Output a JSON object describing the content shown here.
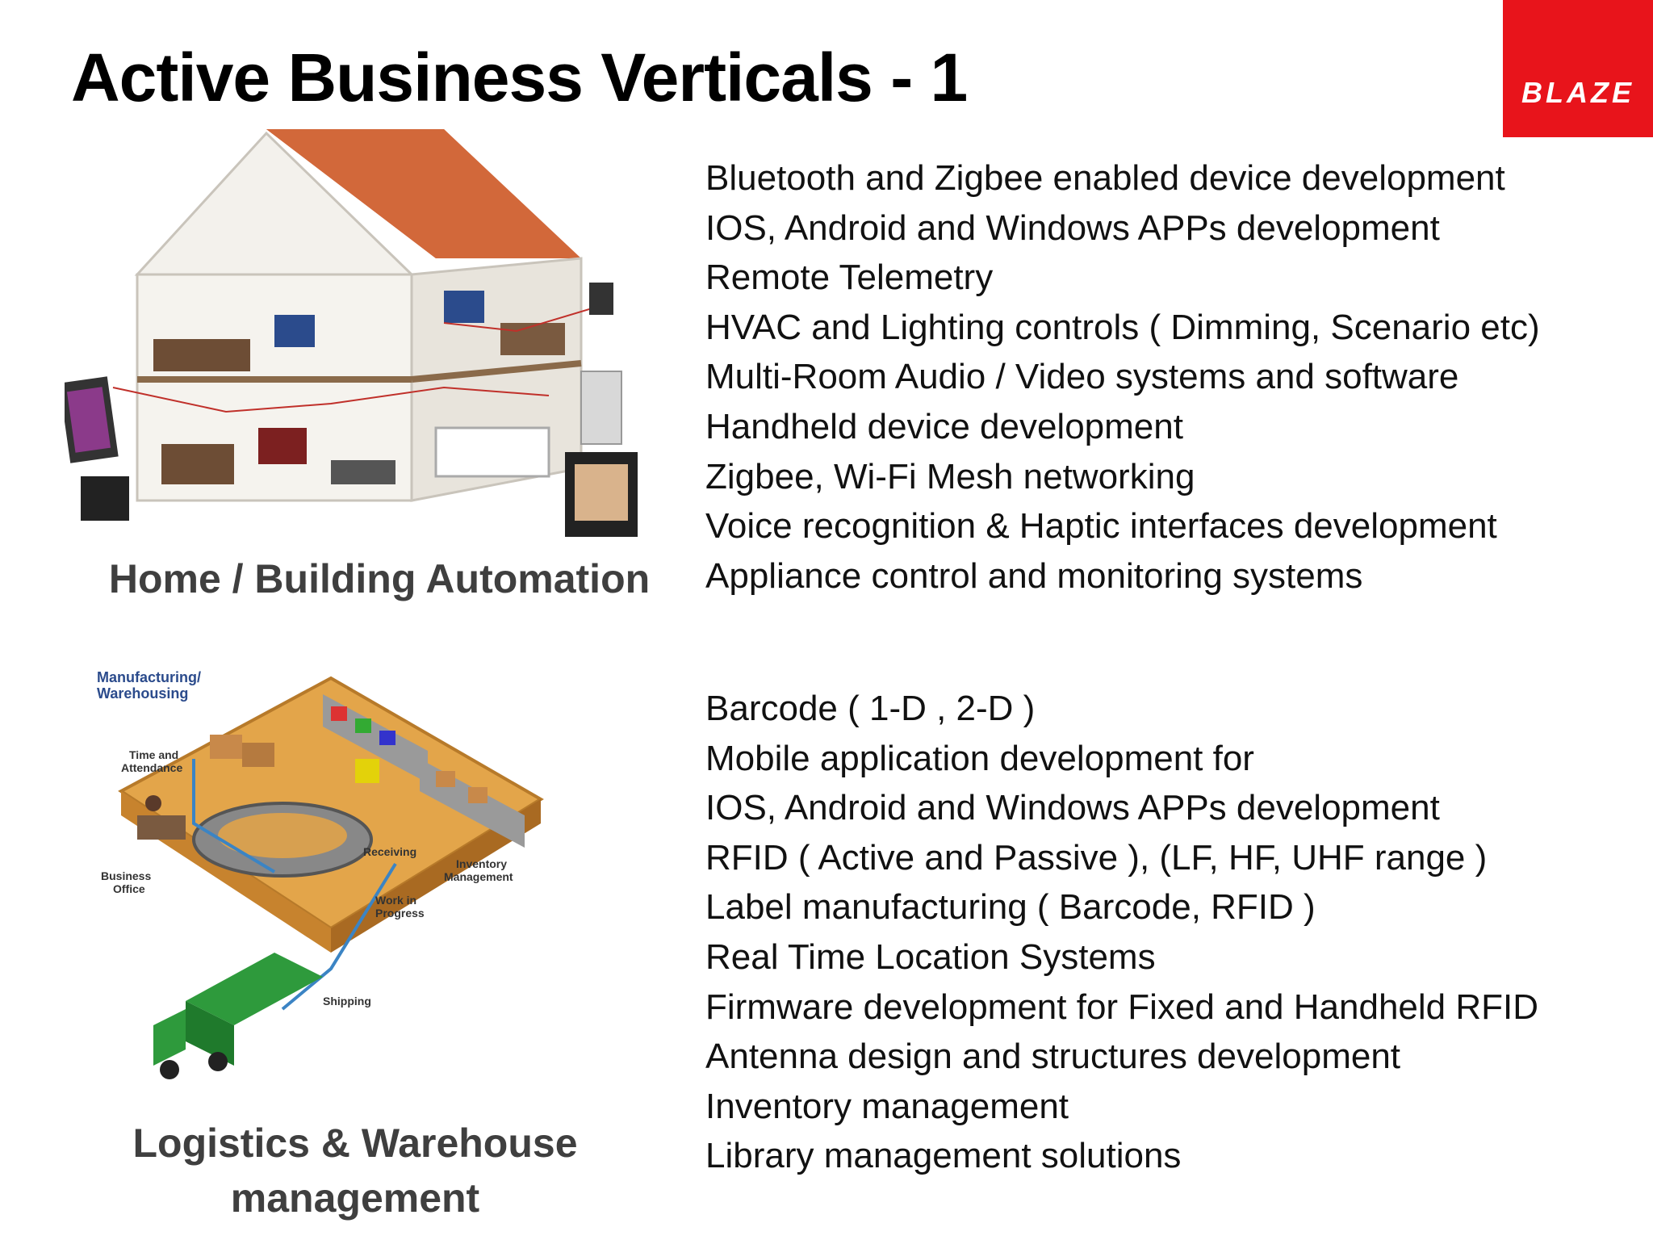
{
  "slide": {
    "title": "Active Business Verticals - 1",
    "logo_text": "BLAZE",
    "accent_color": "#e8141b"
  },
  "sections": [
    {
      "caption": "Home / Building Automation",
      "illustration_icon": "smart-home-icon",
      "items": [
        "Bluetooth and Zigbee enabled device development",
        "IOS, Android and Windows APPs development",
        "Remote Telemetry",
        "HVAC and Lighting controls ( Dimming, Scenario etc)",
        "Multi-Room Audio / Video systems and software",
        "Handheld device development",
        "Zigbee, Wi-Fi Mesh networking",
        "Voice recognition & Haptic interfaces development",
        "Appliance control and monitoring systems"
      ]
    },
    {
      "caption_line1": "Logistics & Warehouse",
      "caption_line2": "management",
      "illustration_icon": "warehouse-icon",
      "illustration_labels": {
        "manufacturing": "Manufacturing/",
        "warehousing": "Warehousing",
        "time": "Time and",
        "attendance": "Attendance",
        "business": "Business",
        "office": "Office",
        "receiving": "Receiving",
        "inventory": "Inventory",
        "management": "Management",
        "work": "Work in",
        "progress": "Progress",
        "shipping": "Shipping"
      },
      "items": [
        "Barcode ( 1-D , 2-D )",
        "Mobile application development for",
        "IOS, Android and Windows APPs development",
        "RFID ( Active and Passive ), (LF, HF, UHF range )",
        "Label manufacturing ( Barcode, RFID )",
        "Real Time Location Systems",
        "Firmware development for Fixed and Handheld RFID",
        "Antenna design and structures development",
        "Inventory management",
        "Library management solutions"
      ]
    }
  ]
}
